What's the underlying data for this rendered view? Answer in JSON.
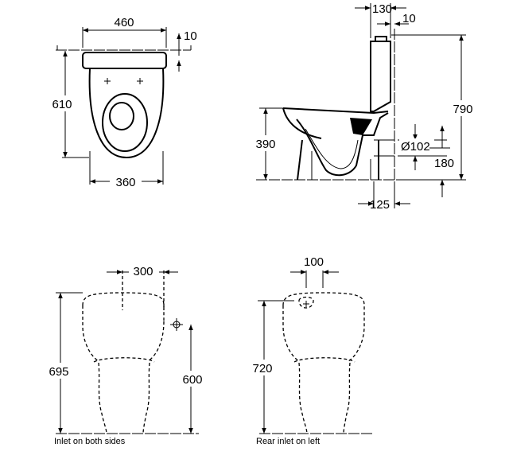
{
  "dimensions": {
    "top_width": "460",
    "top_gap": "10",
    "top_depth": "610",
    "bottom_width": "360",
    "side_cistern_offset": "130",
    "side_wall_gap": "10",
    "side_total_height": "790",
    "side_seat_height": "390",
    "side_outlet_diameter": "Ø102",
    "side_outlet_height": "180",
    "side_outlet_offset": "125",
    "front_inlet_spacing": "300",
    "front_height": "695",
    "front_inlet_height": "600",
    "rear_inlet_spacing": "100",
    "rear_height": "720"
  },
  "captions": {
    "front": "Inlet on both sides",
    "rear": "Rear inlet on left"
  }
}
